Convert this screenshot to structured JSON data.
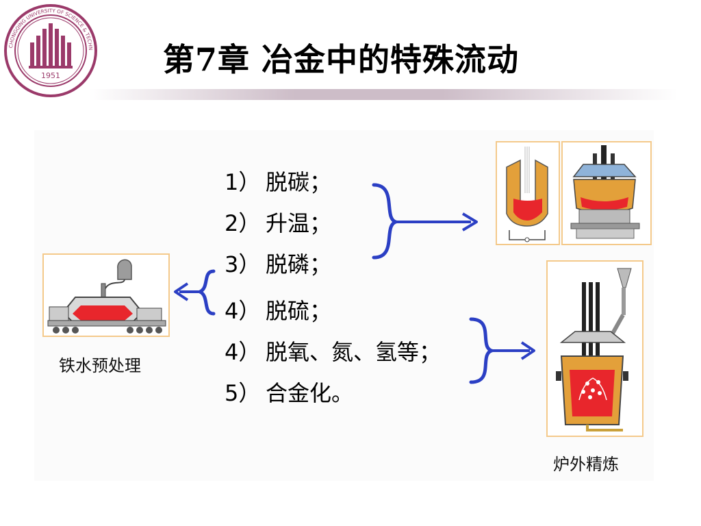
{
  "title": "第7章  冶金中的特殊流动",
  "logo": {
    "name": "university-seal",
    "text_top": "CHONGQING UNIVERSITY OF SCIENCE & TECHNOLOGY",
    "year": "1951",
    "color": "#9b3a6a"
  },
  "list": [
    {
      "num": "1）",
      "text": "脱碳；"
    },
    {
      "num": "2）",
      "text": "升温；"
    },
    {
      "num": "3）",
      "text": "脱磷；"
    },
    {
      "num": "4）",
      "text": "脱硫；"
    },
    {
      "num": "4）",
      "text": "脱氧、氮、氢等；"
    },
    {
      "num": "5）",
      "text": "合金化。"
    }
  ],
  "captions": {
    "left": "铁水预处理",
    "right": "炉外精炼"
  },
  "colors": {
    "arrow": "#2b3fc4",
    "panel_border": "#f4c98a",
    "molten": "#e8262c",
    "refractory": "#e3a03a"
  }
}
